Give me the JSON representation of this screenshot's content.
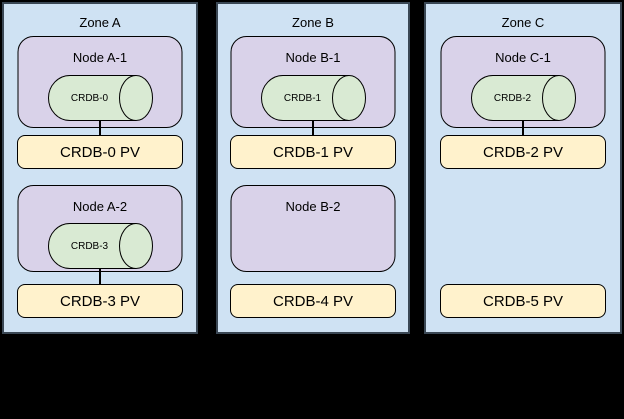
{
  "colors": {
    "background": "#000000",
    "zone_fill": "#cfe2f3",
    "zone_border": "#3a4754",
    "node_fill": "#d9d2e9",
    "pod_fill": "#d9ead3",
    "pv_fill": "#fff2cc",
    "shape_border": "#000000"
  },
  "zones": [
    {
      "label": "Zone A",
      "nodes": [
        {
          "label": "Node A-1",
          "pod": "CRDB-0"
        },
        {
          "label": "Node A-2",
          "pod": "CRDB-3"
        }
      ],
      "pvs": [
        "CRDB-0 PV",
        "CRDB-3 PV"
      ]
    },
    {
      "label": "Zone B",
      "nodes": [
        {
          "label": "Node B-1",
          "pod": "CRDB-1"
        },
        {
          "label": "Node B-2",
          "pod": null
        }
      ],
      "pvs": [
        "CRDB-1 PV",
        "CRDB-4 PV"
      ]
    },
    {
      "label": "Zone C",
      "nodes": [
        {
          "label": "Node C-1",
          "pod": "CRDB-2"
        }
      ],
      "pvs": [
        "CRDB-2 PV",
        "CRDB-5 PV"
      ]
    }
  ]
}
